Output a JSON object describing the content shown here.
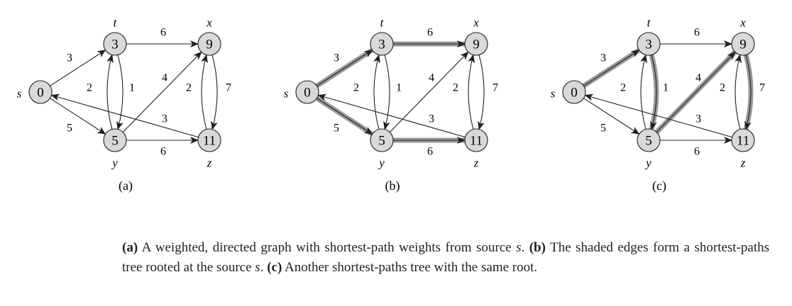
{
  "figure": {
    "vertex_names": {
      "s": "s",
      "t": "t",
      "x": "x",
      "y": "y",
      "z": "z"
    },
    "vertex_values": {
      "s": "0",
      "t": "3",
      "x": "9",
      "y": "5",
      "z": "11"
    },
    "edges": [
      {
        "id": "s-t",
        "from": "s",
        "to": "t",
        "weight": "3"
      },
      {
        "id": "s-y",
        "from": "s",
        "to": "y",
        "weight": "5"
      },
      {
        "id": "t-x",
        "from": "t",
        "to": "x",
        "weight": "6"
      },
      {
        "id": "t-y",
        "from": "t",
        "to": "y",
        "weight": "2"
      },
      {
        "id": "y-t",
        "from": "y",
        "to": "t",
        "weight": "1"
      },
      {
        "id": "y-x",
        "from": "y",
        "to": "x",
        "weight": "4"
      },
      {
        "id": "y-z",
        "from": "y",
        "to": "z",
        "weight": "6"
      },
      {
        "id": "x-z",
        "from": "x",
        "to": "z",
        "weight": "2"
      },
      {
        "id": "z-x",
        "from": "z",
        "to": "x",
        "weight": "7"
      },
      {
        "id": "z-s",
        "from": "z",
        "to": "s",
        "weight": "3"
      }
    ],
    "panels": [
      {
        "label": "(a)",
        "shaded_edges": []
      },
      {
        "label": "(b)",
        "shaded_edges": [
          "s-t",
          "t-x",
          "s-y",
          "y-z"
        ]
      },
      {
        "label": "(c)",
        "shaded_edges": [
          "s-t",
          "t-y",
          "y-x",
          "x-z"
        ]
      }
    ],
    "shade_color": "#9a9a9a",
    "node_fill": "#d9d9d9"
  },
  "caption": {
    "a_label": "(a)",
    "a_text": " A weighted, directed graph with shortest-path weights from source ",
    "source_var": "s",
    "period1": ".",
    "b_label": "(b)",
    "b_text": " The shaded edges form a shortest-paths tree rooted at the source ",
    "source_var2": "s",
    "period2": ".",
    "c_label": "(c)",
    "c_text": " Another shortest-paths tree with the same root."
  }
}
